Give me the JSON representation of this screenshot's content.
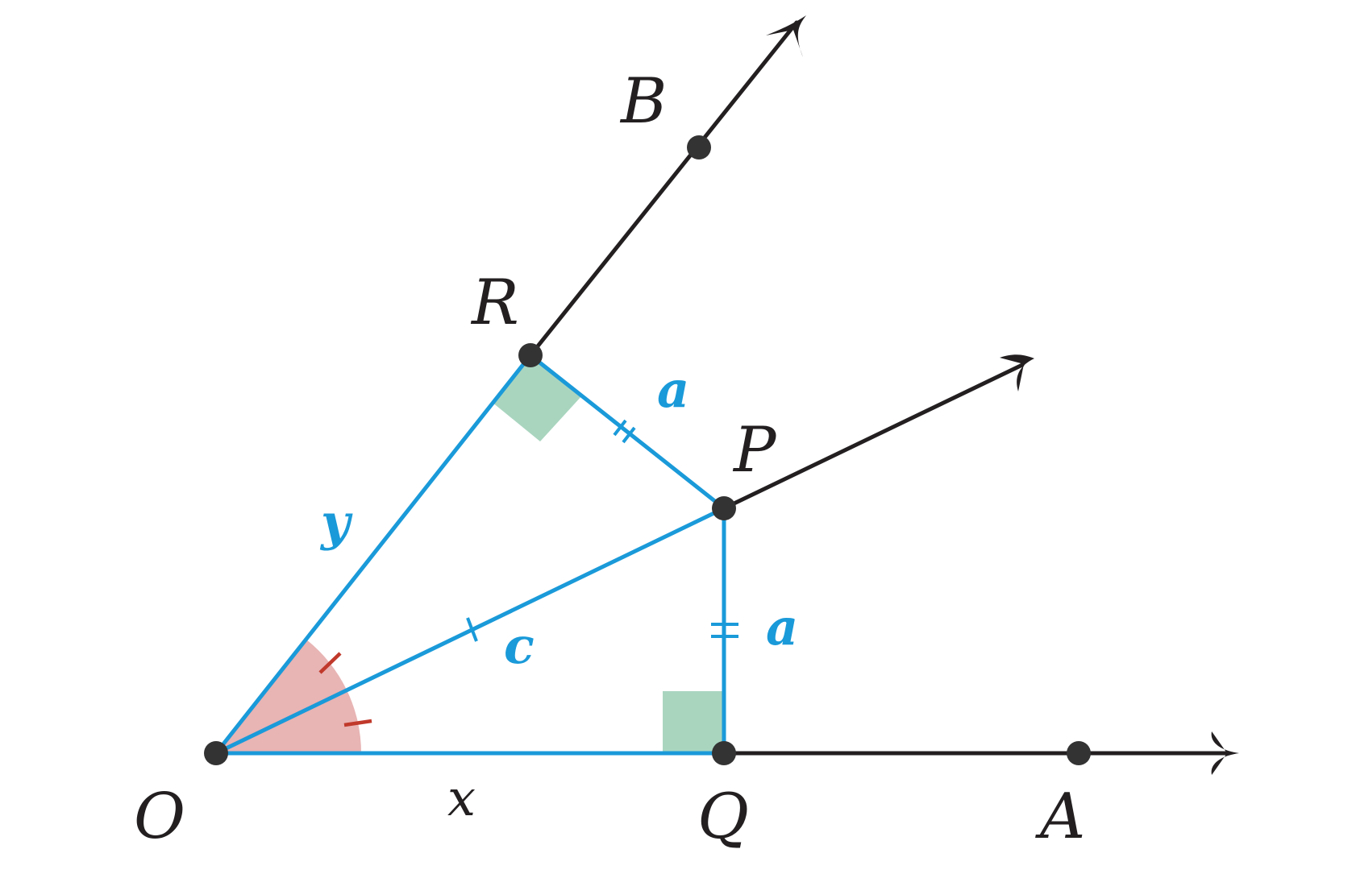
{
  "points": {
    "O": "O",
    "Q": "Q",
    "A": "A",
    "P": "P",
    "R": "R",
    "B": "B"
  },
  "segments": {
    "OQ": "x",
    "OR": "y",
    "OP": "c",
    "RP": "a",
    "PQ": "a"
  },
  "colors": {
    "ray": "#231f20",
    "segment": "#1a9ad9",
    "angle_fill": "#e8b4b4",
    "angle_tick": "#c0392b",
    "right_angle_fill": "#a9d5bf",
    "point": "#333333"
  },
  "marks": {
    "right_angles": [
      "OQP",
      "ORP"
    ],
    "equal_angles": [
      "QOP",
      "POR"
    ],
    "equal_segments": [
      "RP",
      "PQ"
    ]
  }
}
